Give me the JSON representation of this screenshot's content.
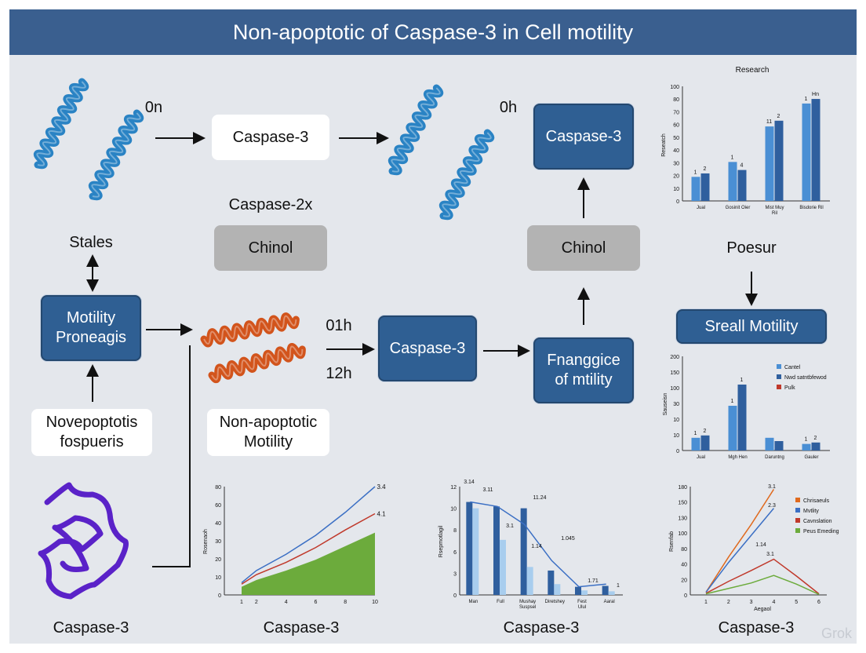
{
  "title": "Non-apoptotic of Caspase-3 in Cell motility",
  "boxes": {
    "caspase_top_white": "Caspase-3",
    "caspase_top_blue": "Caspase-3",
    "chinol_mid": "Chinol",
    "chinol_right": "Chinol",
    "motility_pron": "Motility\nProneagis",
    "caspase_center": "Caspase-3",
    "fnaggice": "Fnanggice\nof mtility",
    "sreall": "Sreall Motility",
    "novepoptotis": "Novepoptotis\nfospueris",
    "non_apoptotic": "Non-apoptotic\nMotility"
  },
  "labels": {
    "stales": "Stales",
    "caspase_2x": "Caspase-2x",
    "poesur": "Poesur",
    "time_0n": "0n",
    "time_0h": "0h",
    "time_01h": "01h",
    "time_12h": "12h",
    "bottom_1": "Caspase-3",
    "bottom_2": "Caspase-3",
    "bottom_3": "Caspase-3",
    "bottom_4": "Caspase-3"
  },
  "watermark": "Grok",
  "colors": {
    "header": "#3a5f8f",
    "box_blue": "#2f5f93",
    "panel": "#e4e7ec",
    "helix_blue": "#2a83c4",
    "helix_orange": "#d2541c",
    "protein_purple": "#5a22c8"
  },
  "chart_data": [
    {
      "type": "bar",
      "title": "Research",
      "ylabel": "Reseatch",
      "categories": [
        "Jual",
        "Gosinit Oier",
        "Mist Muy Ril",
        "Bisdorie Ril"
      ],
      "series": [
        {
          "values": [
            21,
            34,
            65,
            85
          ]
        },
        {
          "values": [
            24,
            27,
            70,
            89
          ]
        }
      ],
      "value_labels": [
        [
          "1",
          "2"
        ],
        [
          "1",
          "4"
        ],
        [
          "11",
          "2"
        ],
        [
          "1",
          "Hn"
        ]
      ],
      "yticks": [
        "0",
        "10",
        "20",
        "30",
        "40",
        "50",
        "60",
        "70",
        "80",
        "100"
      ],
      "colors": [
        "#4a8fd4",
        "#2f5f9e"
      ]
    },
    {
      "type": "bar",
      "ylabel": "Sauseisn",
      "categories": [
        "Jual",
        "Mgh Hen",
        "Daruntng",
        "Gauler"
      ],
      "series": [
        {
          "name": "Cantel",
          "values": [
            27,
            95,
            27,
            14
          ]
        },
        {
          "name": "Nwd satntbfewod",
          "values": [
            32,
            140,
            20,
            17
          ]
        },
        {
          "name": "Pulk",
          "values": [
            0,
            0,
            0,
            0
          ]
        }
      ],
      "value_labels": [
        [
          "1",
          "2"
        ],
        [
          "1",
          "1"
        ],
        [
          "",
          ""
        ],
        [
          "1",
          "2"
        ]
      ],
      "yticks": [
        "0",
        "10",
        "10",
        "30",
        "100",
        "150",
        "200"
      ],
      "colors": [
        "#4a8fd4",
        "#2f5f9e",
        "#c0392b"
      ]
    },
    {
      "type": "area",
      "ylabel": "Rosenaoh",
      "x": [
        1,
        2,
        4,
        6,
        8,
        10
      ],
      "xticks": [
        "1",
        "2",
        "4",
        "6",
        "8",
        "10"
      ],
      "yticks": [
        "0",
        "10",
        "20",
        "30",
        "40",
        "60",
        "80"
      ],
      "series": [
        {
          "values": [
            9,
            18,
            30,
            44,
            61,
            80
          ],
          "color": "#3b6fc4"
        },
        {
          "values": [
            8,
            15,
            24,
            35,
            48,
            60
          ],
          "color": "#c0392b"
        },
        {
          "values": [
            6,
            11,
            18,
            26,
            36,
            46
          ],
          "color": "#6cab3c"
        }
      ],
      "end_labels": [
        "3.4",
        "4.1"
      ]
    },
    {
      "type": "bar",
      "ylabel": "Rsepmotlagil",
      "categories": [
        "Man",
        "Full",
        "Mushay Suspsel",
        "Diretshey",
        "Fest Ulul",
        "Aaral"
      ],
      "series": [
        {
          "values": [
            10.3,
            9.8,
            9.6,
            2.7,
            0.9,
            1.0
          ],
          "color": "#2f5f9e"
        },
        {
          "values": [
            9.6,
            6.1,
            3.1,
            1.2,
            0.5,
            0.4
          ],
          "color": "#a8cdee"
        }
      ],
      "line": [
        10.3,
        9.8,
        7.8,
        3.8,
        0.9,
        1.2
      ],
      "value_labels": [
        "3.14",
        "3.11",
        "11.24",
        "3.1",
        "1.14",
        "1.045",
        "1.71",
        "1"
      ],
      "yticks": [
        "0",
        "3",
        "6",
        "8",
        "10",
        "12"
      ]
    },
    {
      "type": "line",
      "ylabel": "Rsenfab",
      "xlabel": "Aegaol",
      "x": [
        1,
        2,
        3,
        4,
        5,
        6
      ],
      "xticks": [
        "1",
        "2",
        "3",
        "4",
        "5",
        "6"
      ],
      "yticks": [
        "0",
        "20",
        "40",
        "80",
        "100",
        "130",
        "150",
        "180"
      ],
      "series": [
        {
          "name": "Chrisaeuls",
          "values": [
            5,
            70,
            130,
            195,
            null,
            null
          ],
          "color": "#e06a1e"
        },
        {
          "name": "Mvtlity",
          "values": [
            5,
            60,
            110,
            160,
            null,
            null
          ],
          "color": "#3b6fc4"
        },
        {
          "name": "Cavnslation",
          "values": [
            3,
            25,
            45,
            66,
            35,
            2
          ],
          "color": "#c0392b"
        },
        {
          "name": "Peus Emeding",
          "values": [
            2,
            12,
            22,
            36,
            20,
            1
          ],
          "color": "#6cab3c"
        }
      ],
      "value_labels": [
        "3.1",
        "2.3",
        "1.14",
        "3.1"
      ]
    }
  ]
}
